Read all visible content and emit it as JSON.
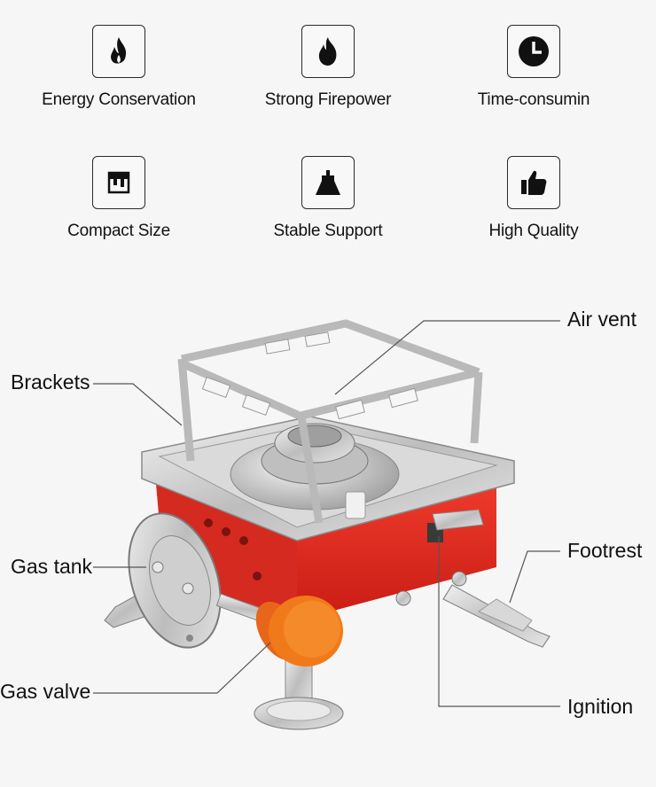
{
  "features": [
    {
      "label": "Energy Conservation",
      "icon": "flame-icon"
    },
    {
      "label": "Strong Firepower",
      "icon": "fire-icon"
    },
    {
      "label": "Time-consumin",
      "icon": "clock-icon"
    },
    {
      "label": "Compact Size",
      "icon": "box-icon"
    },
    {
      "label": "Stable Support",
      "icon": "support-base-icon"
    },
    {
      "label": "High Quality",
      "icon": "thumbs-up-icon"
    }
  ],
  "callouts": {
    "air_vent": "Air vent",
    "brackets": "Brackets",
    "gas_tank": "Gas tank",
    "footrest": "Footrest",
    "gas_valve": "Gas valve",
    "ignition": "Ignition"
  },
  "colors": {
    "stove_body": "#e0261c",
    "valve_knob": "#f07a1a",
    "steel": "#c9c9c9"
  }
}
